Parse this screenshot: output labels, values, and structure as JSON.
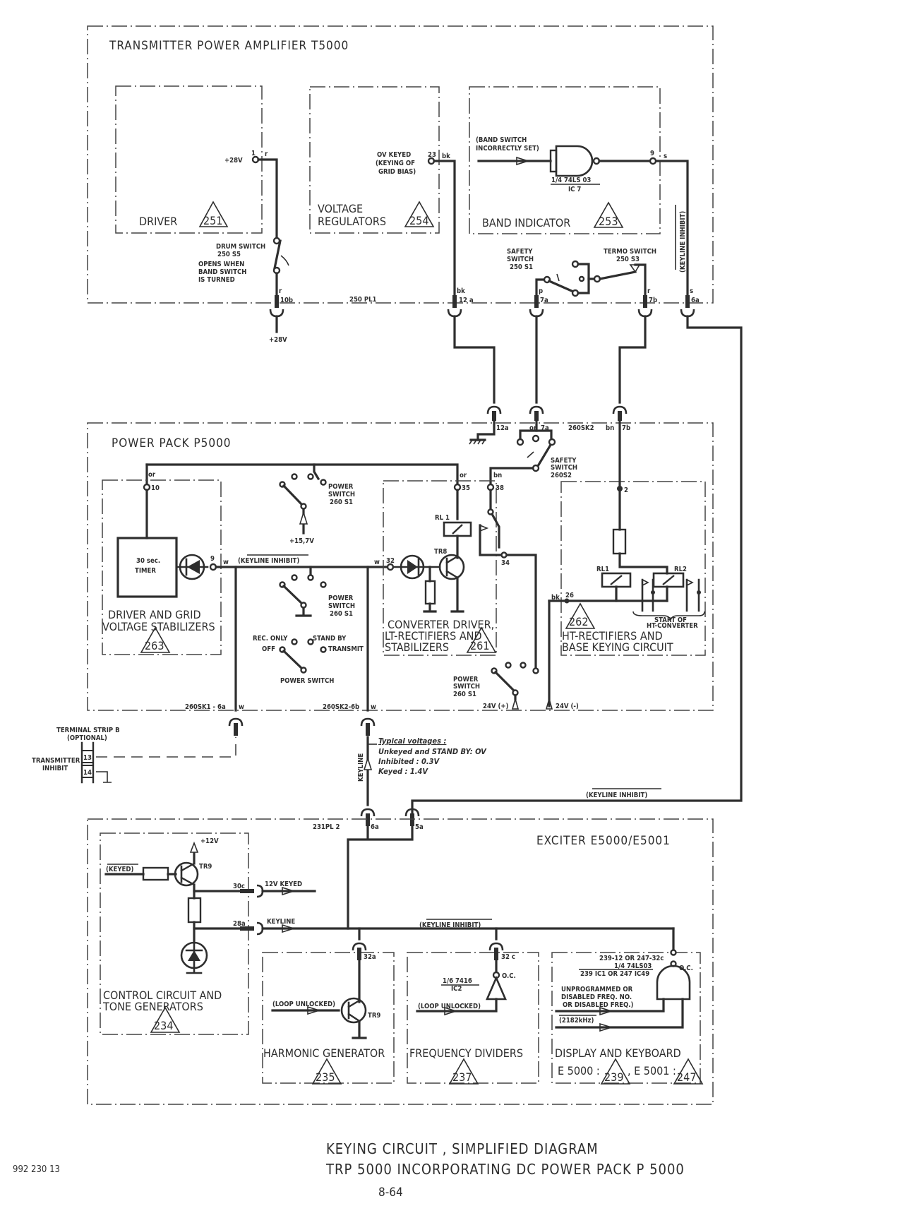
{
  "title": {
    "line1": "KEYING CIRCUIT , SIMPLIFIED DIAGRAM",
    "line2": "TRP 5000 INCORPORATING DC POWER PACK P 5000",
    "page": "8-64",
    "doc_code": "992 230 13"
  },
  "transmitter": {
    "title": "TRANSMITTER POWER AMPLIFIER T5000",
    "driver": {
      "label": "DRIVER",
      "ref": "251",
      "pin": "1",
      "wire": "r",
      "voltage": "+28V"
    },
    "regulators": {
      "label1": "VOLTAGE",
      "label2": "REGULATORS",
      "ref": "254",
      "signal1": "OV KEYED",
      "signal2": "(KEYING OF",
      "signal3": "GRID BIAS)",
      "pin": "23",
      "wire": "bk"
    },
    "band_indicator": {
      "label": "BAND INDICATOR",
      "ref": "253",
      "input1": "(BAND SWITCH",
      "input2": "INCORRECTLY SET)",
      "gate1": "1/4 74LS 03",
      "gate2": "IC 7",
      "pin": "9",
      "wire": "s"
    },
    "drum_switch": {
      "name": "DRUM SWITCH",
      "id": "250 S5",
      "note1": "OPENS WHEN",
      "note2": "BAND SWITCH",
      "note3": "IS TURNED"
    },
    "safety_switch": {
      "name1": "SAFETY",
      "name2": "SWITCH",
      "id": "250 S1"
    },
    "termo_switch": {
      "name": "TERMO SWITCH",
      "id": "250 S3"
    },
    "keyline_inhibit": "(KEYLINE INHIBIT)",
    "connector": "250 PL1",
    "pins": [
      {
        "wire": "r",
        "pin": "10b"
      },
      {
        "wire": "bk",
        "pin": "12 a"
      },
      {
        "wire": "p",
        "pin": "7a"
      },
      {
        "wire": "r",
        "pin": "7b"
      },
      {
        "wire": "s",
        "pin": "6a"
      }
    ],
    "supply_out": "+28V"
  },
  "power_pack": {
    "title": "POWER PACK P5000",
    "connector_top": "260SK2",
    "top_pins": [
      {
        "pin": "12a",
        "wire": ""
      },
      {
        "pin": "7a",
        "wire": "or"
      },
      {
        "pin": "7b",
        "wire": "bn"
      }
    ],
    "safety_switch": {
      "name1": "SAFETY",
      "name2": "SWITCH",
      "id": "260S2"
    },
    "driver_block": {
      "label1": "DRIVER AND GRID",
      "label2": "VOLTAGE STABILIZERS",
      "ref": "263",
      "timer1": "30 sec.",
      "timer2": "TIMER",
      "pin_top": "10",
      "wire_top": "or",
      "pin_out": "9",
      "wire_out": "w"
    },
    "keyline_inhibit": "(KEYLINE INHIBIT)",
    "power_switch_a": {
      "name1": "POWER",
      "name2": "SWITCH",
      "id": "260 S1",
      "supply": "+15,7V"
    },
    "power_switch_b": {
      "name1": "POWER",
      "name2": "SWITCH",
      "id": "260 S1"
    },
    "mode_switch": {
      "name": "POWER SWITCH",
      "positions": [
        "REC. ONLY",
        "OFF",
        "STAND BY",
        "TRANSMIT"
      ]
    },
    "converter_block": {
      "label1": "CONVERTER DRIVER,",
      "label2": "LT-RECTIFIERS AND",
      "label3": "STABILIZERS",
      "ref": "261",
      "relay": "RL 1",
      "transistor": "TR8",
      "pins": [
        "35",
        "38",
        "32",
        "34"
      ],
      "wires": [
        "or",
        "bn",
        "w"
      ]
    },
    "ht_block": {
      "label1": "HT-RECTIFIERS AND",
      "label2": "BASE KEYING CIRCUIT",
      "ref": "262",
      "relay1": "RL1",
      "relay2": "RL2",
      "start1": "START OF",
      "start2": "HT-CONVERTER",
      "pin_top": "2",
      "pin_left": "26",
      "wire_left": "bk"
    },
    "power_switch_c": {
      "name1": "POWER",
      "name2": "SWITCH",
      "id": "260 S1",
      "plus": "24V (+)",
      "minus": "24V (-)"
    },
    "sk1": "260SK1 - 6a",
    "sk2": "260SK2-6b",
    "wire_w": "w"
  },
  "terminal_strip": {
    "title1": "TERMINAL STRIP B",
    "title2": "(OPTIONAL)",
    "label1": "TRANSMITTER",
    "label2": "INHIBIT",
    "terminals": [
      "13",
      "14"
    ]
  },
  "keyline": {
    "label": "KEYLINE",
    "voltages_title": "Typical voltages :",
    "voltages": [
      "Unkeyed and STAND BY:  OV",
      "Inhibited : 0.3V",
      "Keyed : 1.4V"
    ],
    "inhibit_label": "(KEYLINE INHIBIT)"
  },
  "exciter": {
    "title": "EXCITER E5000/E5001",
    "connector": "231PL 2",
    "pins": [
      "6a",
      "5a"
    ],
    "control_block": {
      "label1": "CONTROL CIRCUIT AND",
      "label2": "TONE GENERATORS",
      "ref": "234",
      "input": "(KEYED)",
      "transistor": "TR9",
      "supply": "+12V",
      "pin_30c": "30c",
      "pin_28a": "28a",
      "out1": "12V KEYED",
      "out2": "KEYLINE"
    },
    "keyline_inhibit": "(KEYLINE INHIBIT)",
    "harmonic": {
      "label": "HARMONIC GENERATOR",
      "ref": "235",
      "pin": "32a",
      "input": "(LOOP UNLOCKED)",
      "transistor": "TR9"
    },
    "dividers": {
      "label": "FREQUENCY DIVIDERS",
      "ref": "237",
      "pin": "32 c",
      "oc": "O.C.",
      "ic1": "1/6 7416",
      "ic2": "IC2",
      "input": "(LOOP UNLOCKED)"
    },
    "display": {
      "label": "DISPLAY AND KEYBOARD",
      "e5000": "E 5000 :",
      "ref1": "239",
      "e5001": ", E 5001 :",
      "ref2": "247",
      "pin": "239-12 OR 247-32c",
      "ic1": "1/4 74LS03",
      "ic2": "239 IC1 OR 247 IC49",
      "oc": "O.C.",
      "input1a": "UNPROGRAMMED OR",
      "input1b": "DISABLED FREQ. NO.",
      "input1c": "OR DISABLED FREQ.)",
      "input2": "(2182kHz)"
    }
  }
}
